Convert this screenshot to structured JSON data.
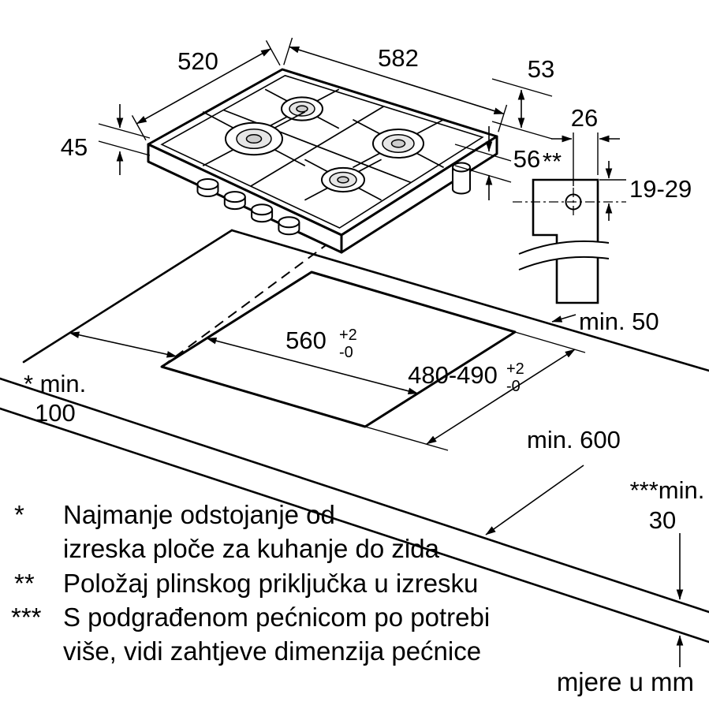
{
  "drawing": {
    "dims": {
      "hob_depth": "520",
      "hob_width": "582",
      "offset_53": "53",
      "hob_height": "45",
      "offset_56": "56",
      "detail_offset": "26",
      "detail_range": "19-29",
      "rear_clearance": "min. 50",
      "cutout_width": "560",
      "cutout_width_tol_plus": "+2",
      "cutout_width_tol_minus": "-0",
      "cutout_depth": "480-490",
      "cutout_depth_tol_plus": "+2",
      "cutout_depth_tol_minus": "-0",
      "worktop_depth": "min. 600",
      "left_clearance_line1": "* min.",
      "left_clearance_line2": "100",
      "front_clearance_line1": "***min.",
      "front_clearance_line2": "30",
      "gas_position_marker": "**"
    },
    "footnotes": [
      {
        "marker": "*",
        "text": "Najmanje odstojanje od"
      },
      {
        "marker": "",
        "text": "izreska ploče za kuhanje do zida"
      },
      {
        "marker": "**",
        "text": "Položaj plinskog priključka u izresku"
      },
      {
        "marker": "***",
        "text": "S podgrađenom pećnicom po potrebi"
      },
      {
        "marker": "",
        "text": "više, vidi zahtjeve dimenzija pećnice"
      }
    ],
    "units_note": "mjere u mm"
  }
}
